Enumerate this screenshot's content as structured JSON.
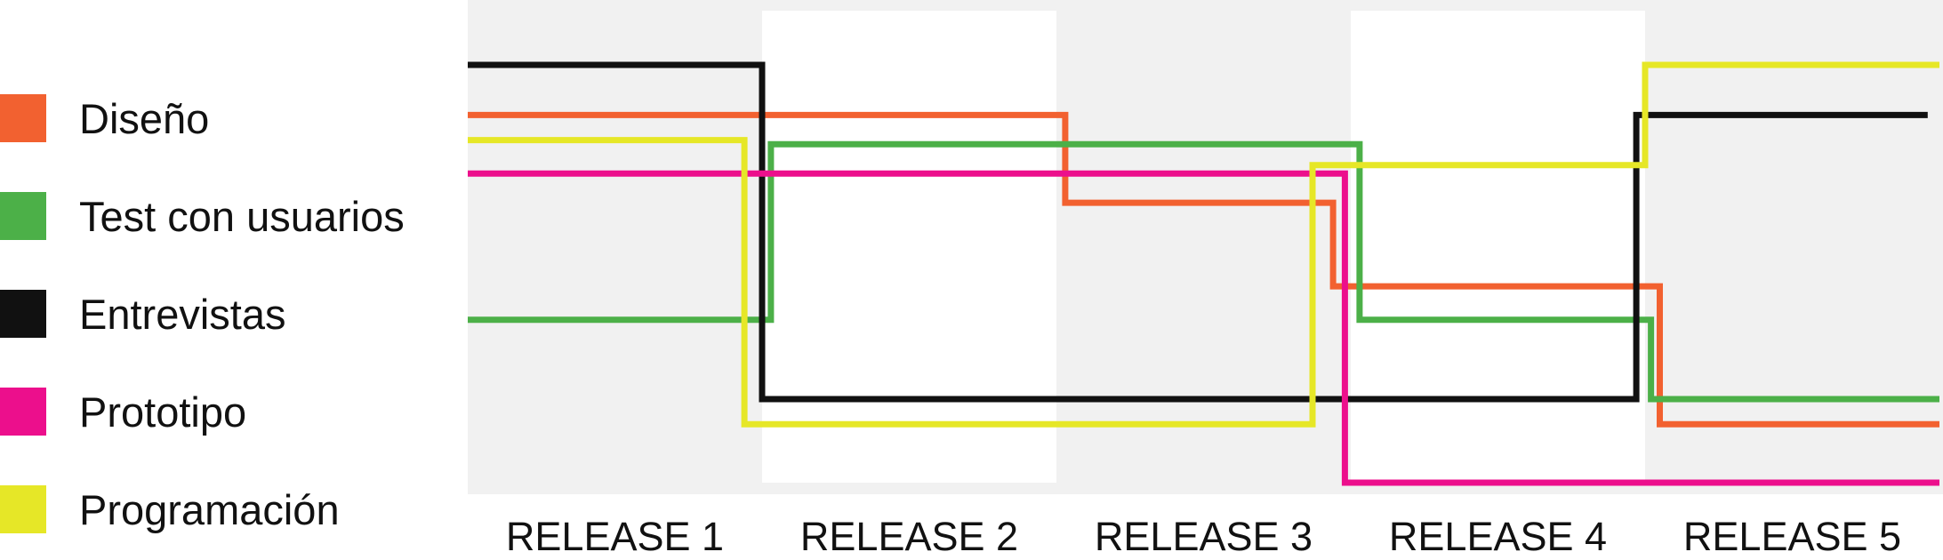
{
  "chart_data": {
    "type": "line",
    "step": true,
    "categories": [
      "RELEASE 1",
      "RELEASE 2",
      "RELEASE 3",
      "RELEASE 4",
      "RELEASE 5"
    ],
    "ylim": [
      0,
      1
    ],
    "grid": false,
    "legend_position": "left",
    "band_colors": [
      "#f1f1f1",
      "#ffffff"
    ],
    "series": [
      {
        "name": "Diseño",
        "color": "#f26130",
        "points": [
          [
            0,
            0.88
          ],
          [
            2.03,
            0.88
          ],
          [
            2.03,
            0.67
          ],
          [
            2.94,
            0.67
          ],
          [
            2.94,
            0.47
          ],
          [
            4.05,
            0.47
          ],
          [
            4.05,
            0.14
          ],
          [
            5.0,
            0.14
          ]
        ]
      },
      {
        "name": "Test con usuarios",
        "color": "#4cb048",
        "points": [
          [
            0,
            0.39
          ],
          [
            1.03,
            0.39
          ],
          [
            1.03,
            0.81
          ],
          [
            3.03,
            0.81
          ],
          [
            3.03,
            0.39
          ],
          [
            4.02,
            0.39
          ],
          [
            4.02,
            0.2
          ],
          [
            5.0,
            0.2
          ]
        ]
      },
      {
        "name": "Entrevistas",
        "color": "#111111",
        "points": [
          [
            0,
            1.0
          ],
          [
            1.0,
            1.0
          ],
          [
            1.0,
            0.2
          ],
          [
            3.97,
            0.2
          ],
          [
            3.97,
            0.88
          ],
          [
            4.96,
            0.88
          ]
        ]
      },
      {
        "name": "Prototipo",
        "color": "#ec0f8c",
        "points": [
          [
            0,
            0.74
          ],
          [
            2.98,
            0.74
          ],
          [
            2.98,
            0.0
          ],
          [
            5.0,
            0.0
          ]
        ]
      },
      {
        "name": "Programación",
        "color": "#e6e727",
        "points": [
          [
            0,
            0.82
          ],
          [
            0.94,
            0.82
          ],
          [
            0.94,
            0.14
          ],
          [
            2.87,
            0.14
          ],
          [
            2.87,
            0.76
          ],
          [
            4.0,
            0.76
          ],
          [
            4.0,
            1.0
          ],
          [
            5.0,
            1.0
          ]
        ]
      }
    ]
  }
}
